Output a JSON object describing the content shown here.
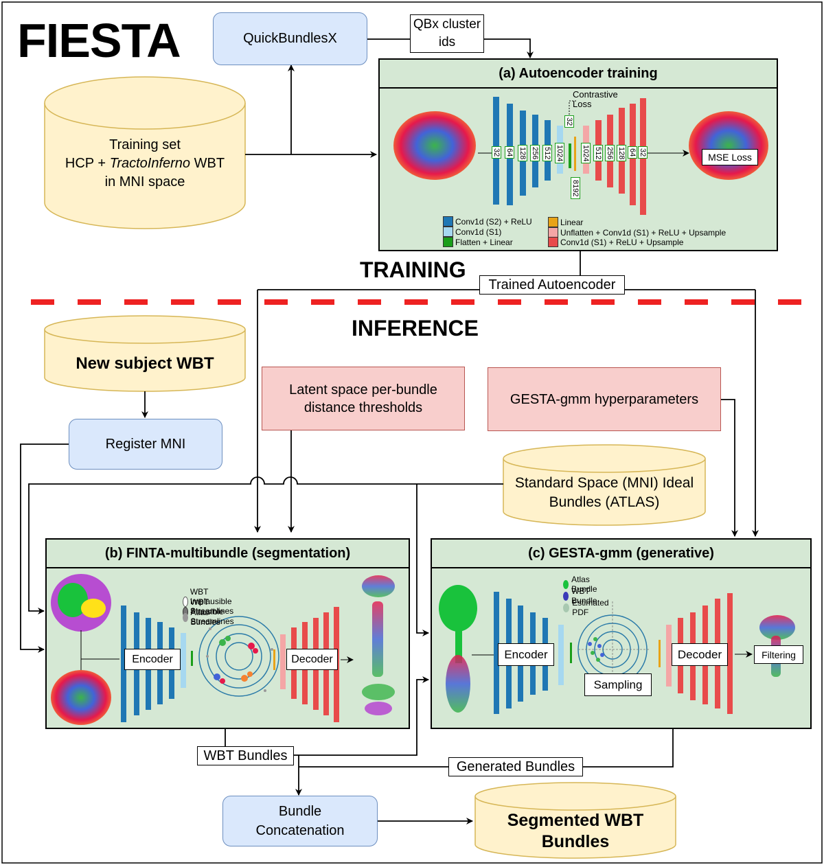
{
  "title": "FIESTA",
  "quickbundles": "QuickBundlesX",
  "qbx_line1": "QBx cluster",
  "qbx_line2": "ids",
  "training_set": {
    "line1": "Training set",
    "line2_a": "HCP + ",
    "line2_b": "TractoInferno",
    "line2_c": " WBT",
    "line3": "in MNI space"
  },
  "autoencoder": {
    "title": "(a) Autoencoder training",
    "contrastive_line1": "Contrastive",
    "contrastive_line2": "Loss",
    "mse": "MSE Loss",
    "encoder_labels": [
      "32",
      "64",
      "128",
      "256",
      "512",
      "1024"
    ],
    "latent_top": "32",
    "latent_bottom": "8192",
    "decoder_labels": [
      "1024",
      "512",
      "256",
      "128",
      "64",
      "32"
    ],
    "legend": {
      "conv_s2": "Conv1d (S2) + ReLU",
      "conv_s1": "Conv1d (S1)",
      "flatten": "Flatten + Linear",
      "linear": "Linear",
      "unflatten": "Unflatten + Conv1d (S1) + ReLU + Upsample",
      "conv_up": "Conv1d (S1) + ReLU + Upsample"
    }
  },
  "training_label": "TRAINING",
  "trained_ae": "Trained Autoencoder",
  "inference_label": "INFERENCE",
  "new_subject": "New subject WBT",
  "register": "Register MNI",
  "latent_thresh": {
    "line1": "Latent space per-bundle",
    "line2": "distance thresholds"
  },
  "gesta_hyper": "GESTA-gmm hyperparameters",
  "atlas": {
    "line1": "Standard Space (MNI) Ideal",
    "line2": "Bundles (ATLAS)"
  },
  "finta": {
    "title": "(b) FINTA-multibundle (segmentation)",
    "legend": [
      "WBT Implausible Streamlines",
      "WBT Plausible Streamlines",
      "Atlas Bundles"
    ],
    "encoder": "Encoder",
    "decoder": "Decoder"
  },
  "gesta": {
    "title": "(c) GESTA-gmm (generative)",
    "legend": [
      "Atlas Bundle",
      "WBT Bundle",
      "Estimated PDF"
    ],
    "encoder": "Encoder",
    "decoder": "Decoder",
    "sampling": "Sampling",
    "filtering": "Filtering"
  },
  "wbt_bundles": "WBT Bundles",
  "generated_bundles": "Generated Bundles",
  "bundle_concat": {
    "line1": "Bundle",
    "line2": "Concatenation"
  },
  "segmented": {
    "line1": "Segmented WBT",
    "line2": "Bundles"
  },
  "colors": {
    "blue_fill": "#dae8fc",
    "blue_border": "#6c8ebf",
    "cyl_fill": "#fff2cc",
    "cyl_border": "#d6b656",
    "red_fill": "#f8cecc",
    "red_border": "#b85450",
    "panel_fill": "#d5e8d4",
    "conv_s2": "#1f77b4",
    "conv_s1": "#a6d8f0",
    "flatten": "#1a9e1a",
    "linear": "#e8a317",
    "unflatten": "#f4a6a6",
    "conv_up": "#e84b4b",
    "dashed_separator": "#ee2222"
  }
}
